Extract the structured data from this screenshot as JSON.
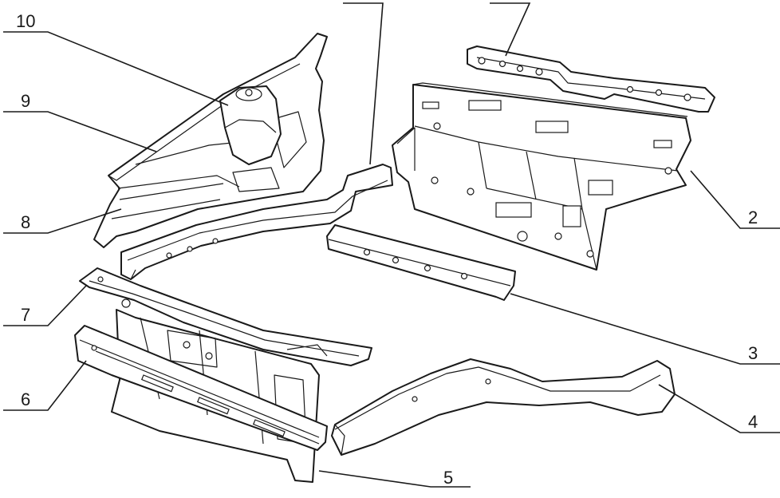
{
  "callouts": [
    {
      "id": "c1",
      "label": ""
    },
    {
      "id": "c2",
      "label": "2"
    },
    {
      "id": "c3",
      "label": "3"
    },
    {
      "id": "c4",
      "label": "4"
    },
    {
      "id": "c5",
      "label": "5"
    },
    {
      "id": "c6",
      "label": "6"
    },
    {
      "id": "c7",
      "label": "7"
    },
    {
      "id": "c8",
      "label": "8"
    },
    {
      "id": "c9",
      "label": "9"
    },
    {
      "id": "c10",
      "label": "10"
    },
    {
      "id": "c11",
      "label": ""
    }
  ],
  "colors": {
    "ink": "#1a1a1a",
    "paper": "#ffffff"
  }
}
